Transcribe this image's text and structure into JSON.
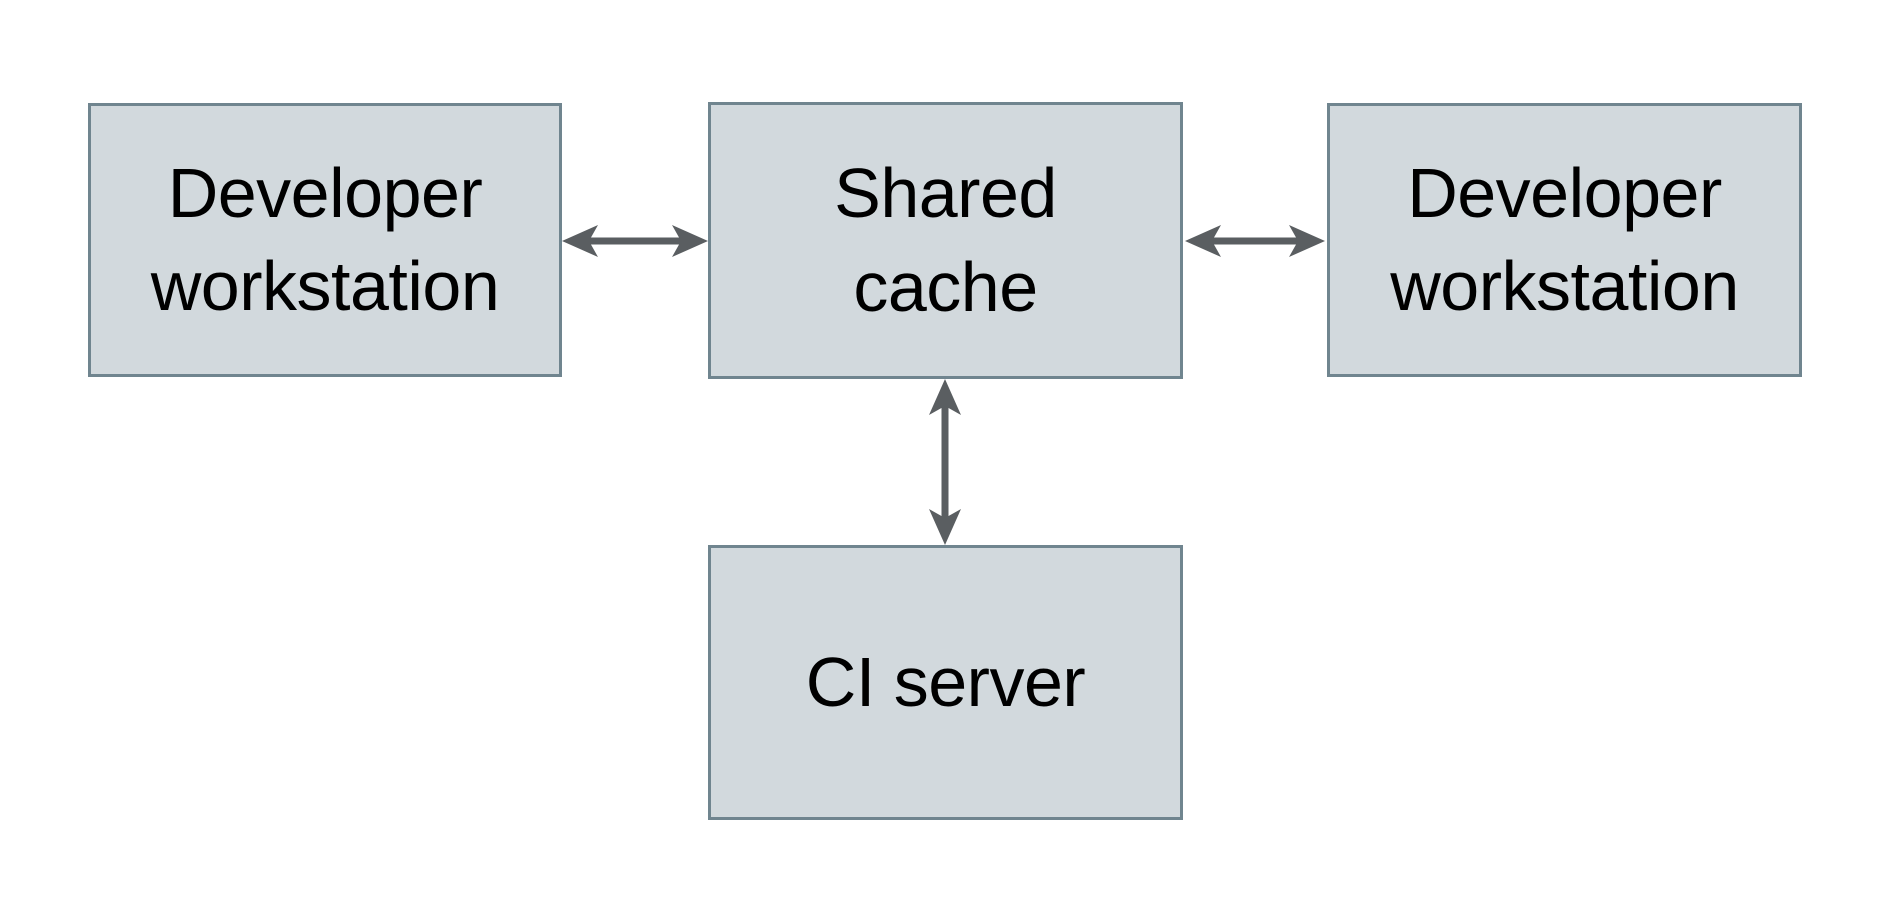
{
  "colors": {
    "background": "#ffffff",
    "node_fill": "#d2d9dd",
    "node_border": "#70858f",
    "arrow": "#5a5e61",
    "text": "#000000"
  },
  "diagram": {
    "type": "architecture-diagram",
    "nodes": [
      {
        "id": "developer-workstation-left",
        "label": "Developer\nworkstation"
      },
      {
        "id": "shared-cache",
        "label": "Shared\ncache"
      },
      {
        "id": "developer-workstation-right",
        "label": "Developer\nworkstation"
      },
      {
        "id": "ci-server",
        "label": "CI server"
      }
    ],
    "edges": [
      {
        "from": "developer-workstation-left",
        "to": "shared-cache",
        "style": "double-arrow",
        "orientation": "horizontal"
      },
      {
        "from": "shared-cache",
        "to": "developer-workstation-right",
        "style": "double-arrow",
        "orientation": "horizontal"
      },
      {
        "from": "shared-cache",
        "to": "ci-server",
        "style": "double-arrow",
        "orientation": "vertical"
      }
    ]
  }
}
